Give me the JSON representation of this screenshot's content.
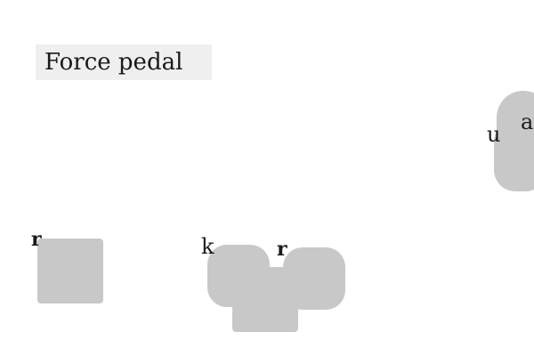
{
  "title": "Force pedal",
  "labels": {
    "u": "u",
    "a": "a",
    "r_left": "r",
    "k": "k",
    "r_center": "r"
  },
  "colors": {
    "background": "#ffffff",
    "title_background": "#efefef",
    "shape_fill": "#c8c8c8",
    "text": "#1a1a1a"
  }
}
